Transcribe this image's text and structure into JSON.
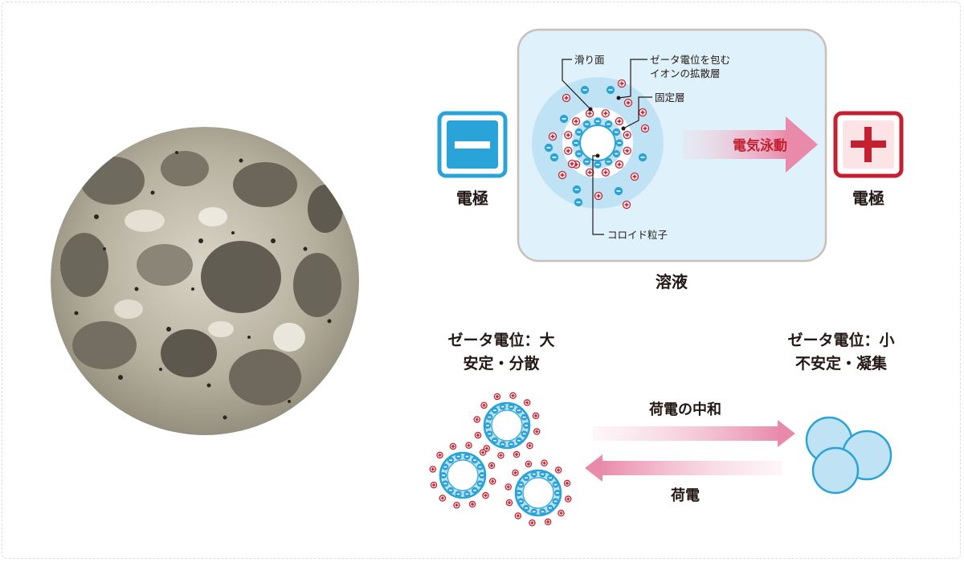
{
  "diagram": {
    "solution_label": "溶液",
    "left_electrode": {
      "symbol": "−",
      "label": "電極"
    },
    "right_electrode": {
      "symbol": "+",
      "label": "電極"
    },
    "electrophoresis_label": "電気泳動",
    "callouts": {
      "slip_plane": "滑り面",
      "diffuse_layer_line1": "ゼータ電位を包む",
      "diffuse_layer_line2": "イオンの拡散層",
      "fixed_layer": "固定層",
      "colloid_particle": "コロイド粒子"
    },
    "stable_state": {
      "line1": "ゼータ電位：大",
      "line2": "安定・分散"
    },
    "unstable_state": {
      "line1": "ゼータ電位：小",
      "line2": "不安定・凝集"
    },
    "neutralization_label": "荷電の中和",
    "charging_label": "荷電",
    "colors": {
      "blue": "#2aa3d8",
      "light_blue": "#bfe3f5",
      "red": "#c4202f",
      "pink_arrow": "#e98aab",
      "solution_bg": "#dff1fa"
    }
  },
  "photo": {
    "description_icon": "porous-rock-micrograph"
  }
}
